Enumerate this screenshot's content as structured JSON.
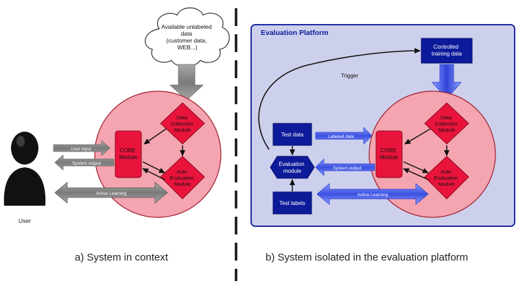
{
  "left": {
    "cloud": [
      "Available unlabeled",
      "data",
      "(customer data,",
      "WEB...)"
    ],
    "core": [
      "CORE",
      "Module"
    ],
    "data_collection": [
      "Data",
      "Collection",
      "Module"
    ],
    "auto_evaluation": [
      "Auto",
      "Evaluation",
      "Module"
    ],
    "user_input": "User input",
    "system_output": "System output",
    "active_learning": "Active Learning",
    "user": "User",
    "caption": "a) System in context"
  },
  "right": {
    "platform_title": "Evaluation Platform",
    "controlled": [
      "Controlled",
      "training data"
    ],
    "trigger": "Trigger",
    "test_data": "Test data",
    "labeled_data": "Labeled data",
    "evaluation_module": [
      "Evaluation",
      "module"
    ],
    "system_output": "System output",
    "test_labels": "Test labels",
    "active_learning": "Active Learning",
    "core": [
      "CORE",
      "Module"
    ],
    "data_collection": [
      "Data",
      "Collection",
      "Module"
    ],
    "auto_evaluation": [
      "Auto",
      "Evaluation",
      "Module"
    ],
    "caption": "b) System isolated in the evaluation platform"
  },
  "colors": {
    "circle_fill": "#f4a5b0",
    "module_red": "#e8143c",
    "platform_fill": "#cdd0ec",
    "platform_border": "#1e2a9e",
    "box_blue": "#0d1b9a",
    "gray_arrow": "#8a8a8a"
  }
}
